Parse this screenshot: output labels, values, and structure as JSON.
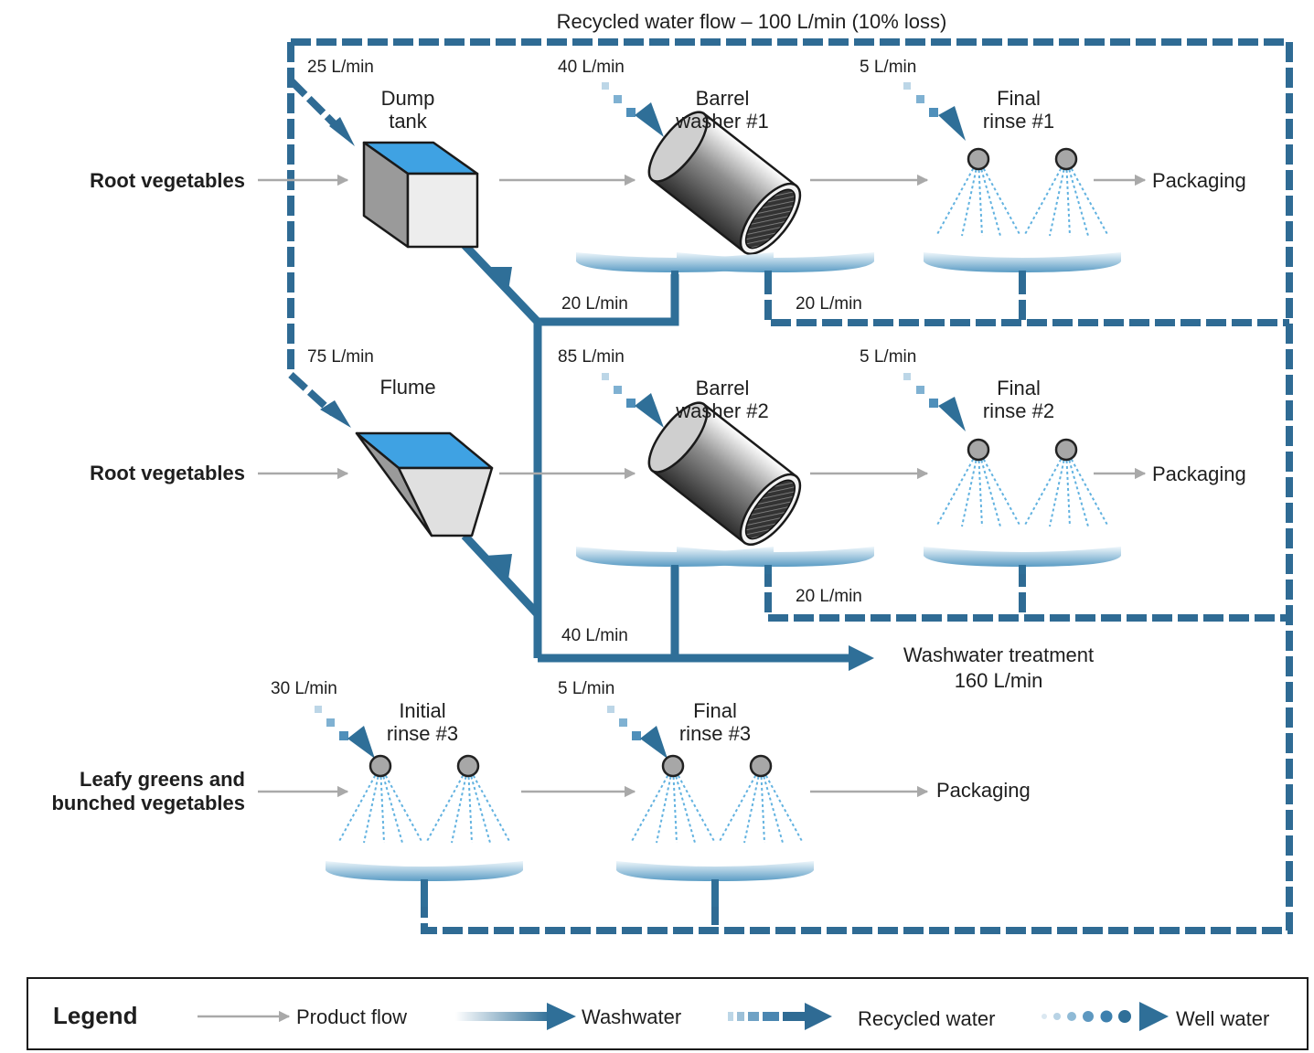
{
  "title": "Recycled water flow – 100 L/min (10% loss)",
  "inputs": {
    "row1": "Root vegetables",
    "row2": "Root vegetables",
    "row3_line1": "Leafy greens and",
    "row3_line2": "bunched vegetables"
  },
  "stations": {
    "dump_tank": [
      "Dump",
      "tank"
    ],
    "barrel_washer_1": [
      "Barrel",
      "washer #1"
    ],
    "final_rinse_1": [
      "Final",
      "rinse #1"
    ],
    "flume": [
      "Flume"
    ],
    "barrel_washer_2": [
      "Barrel",
      "washer #2"
    ],
    "final_rinse_2": [
      "Final",
      "rinse #2"
    ],
    "initial_rinse_3": [
      "Initial",
      "rinse #3"
    ],
    "final_rinse_3": [
      "Final",
      "rinse #3"
    ]
  },
  "flows": {
    "dump_in": "25 L/min",
    "barrel1_in": "40 L/min",
    "rinse1_in": "5 L/min",
    "barrel1_out": "20 L/min",
    "rinse1_out": "20 L/min",
    "flume_in": "75 L/min",
    "barrel2_in": "85 L/min",
    "rinse2_in": "5 L/min",
    "rinse2_out": "20 L/min",
    "barrel2_out": "40 L/min",
    "initial3_in": "30 L/min",
    "final3_in": "5 L/min"
  },
  "outputs": {
    "packaging_1": "Packaging",
    "packaging_2": "Packaging",
    "packaging_3": "Packaging",
    "treatment_line1": "Washwater treatment",
    "treatment_line2": "160 L/min"
  },
  "legend": {
    "heading": "Legend",
    "product_flow": "Product flow",
    "washwater": "Washwater",
    "recycled_water": "Recycled water",
    "well_water": "Well water"
  },
  "colors": {
    "washwater": "#2f6f98",
    "recycled": "#2f6b94",
    "water_fill": "#3fa2e3",
    "well_water": "#9fc6de",
    "product": "#a9a9a9"
  }
}
